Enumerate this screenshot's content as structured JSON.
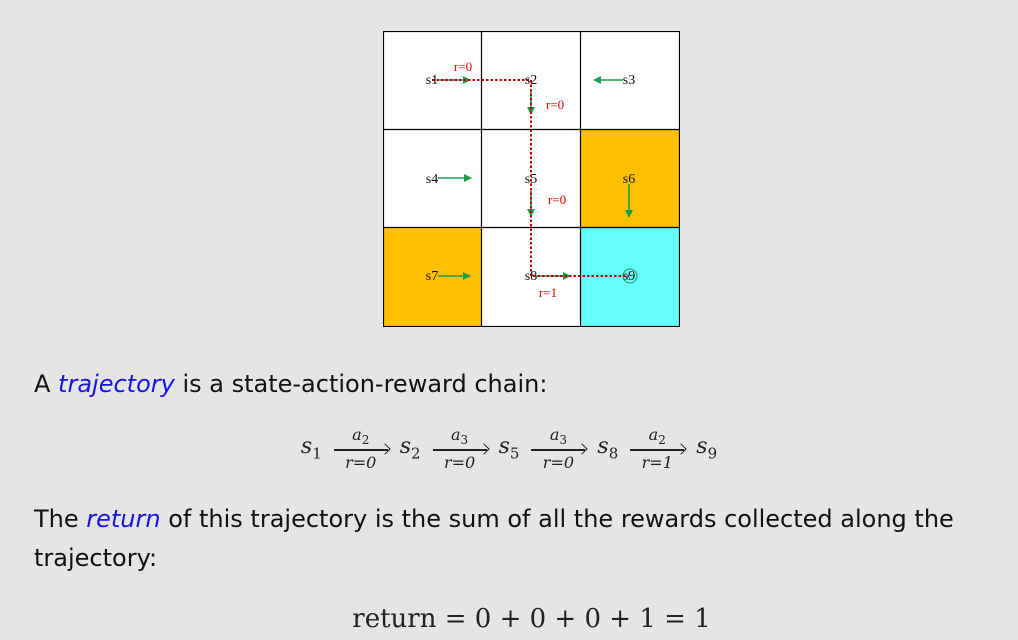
{
  "grid": {
    "states": [
      "s1",
      "s2",
      "s3",
      "s4",
      "s5",
      "s6",
      "s7",
      "s8",
      "s9"
    ],
    "rewards": [
      "r=0",
      "r=0",
      "r=0",
      "r=1"
    ],
    "colors": {
      "forbidden": "#ffc000",
      "target": "#66ffff",
      "arrow": "#1a9e4a",
      "path": "#c00000"
    }
  },
  "para1": {
    "pre": "A ",
    "em": "trajectory",
    "post": " is a state-action-reward chain:"
  },
  "chain": [
    {
      "state": "s",
      "sub": "1"
    },
    {
      "action": "a",
      "asub": "2",
      "reward": "r=0"
    },
    {
      "state": "s",
      "sub": "2"
    },
    {
      "action": "a",
      "asub": "3",
      "reward": "r=0"
    },
    {
      "state": "s",
      "sub": "5"
    },
    {
      "action": "a",
      "asub": "3",
      "reward": "r=0"
    },
    {
      "state": "s",
      "sub": "8"
    },
    {
      "action": "a",
      "asub": "2",
      "reward": "r=1"
    },
    {
      "state": "s",
      "sub": "9"
    }
  ],
  "para2": {
    "pre": "The ",
    "em": "return",
    "post1": " of this trajectory is the sum of all the rewards collected along the",
    "post2": "trajectory:"
  },
  "equation": "return = 0 + 0 + 0 + 1 = 1"
}
